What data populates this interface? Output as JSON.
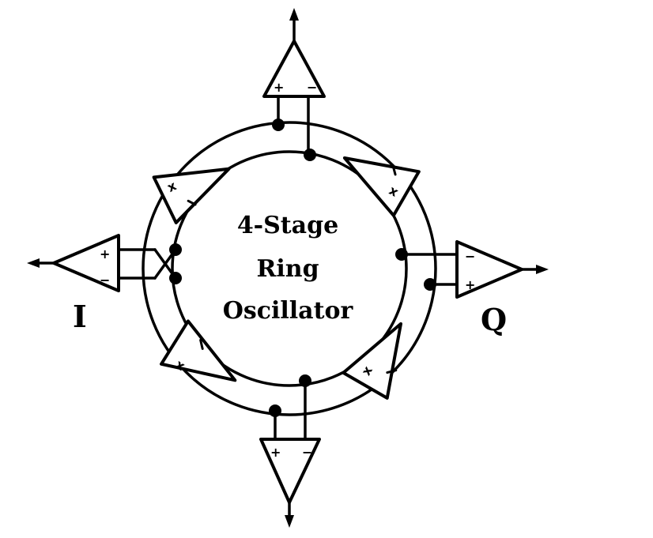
{
  "diagram": {
    "center_title": [
      "4-Stage",
      "Ring",
      "Oscillator"
    ],
    "outputs": {
      "left_label": "I",
      "right_label": "Q"
    },
    "signs": {
      "plus": "+",
      "minus": "−",
      "cross": "x"
    }
  }
}
